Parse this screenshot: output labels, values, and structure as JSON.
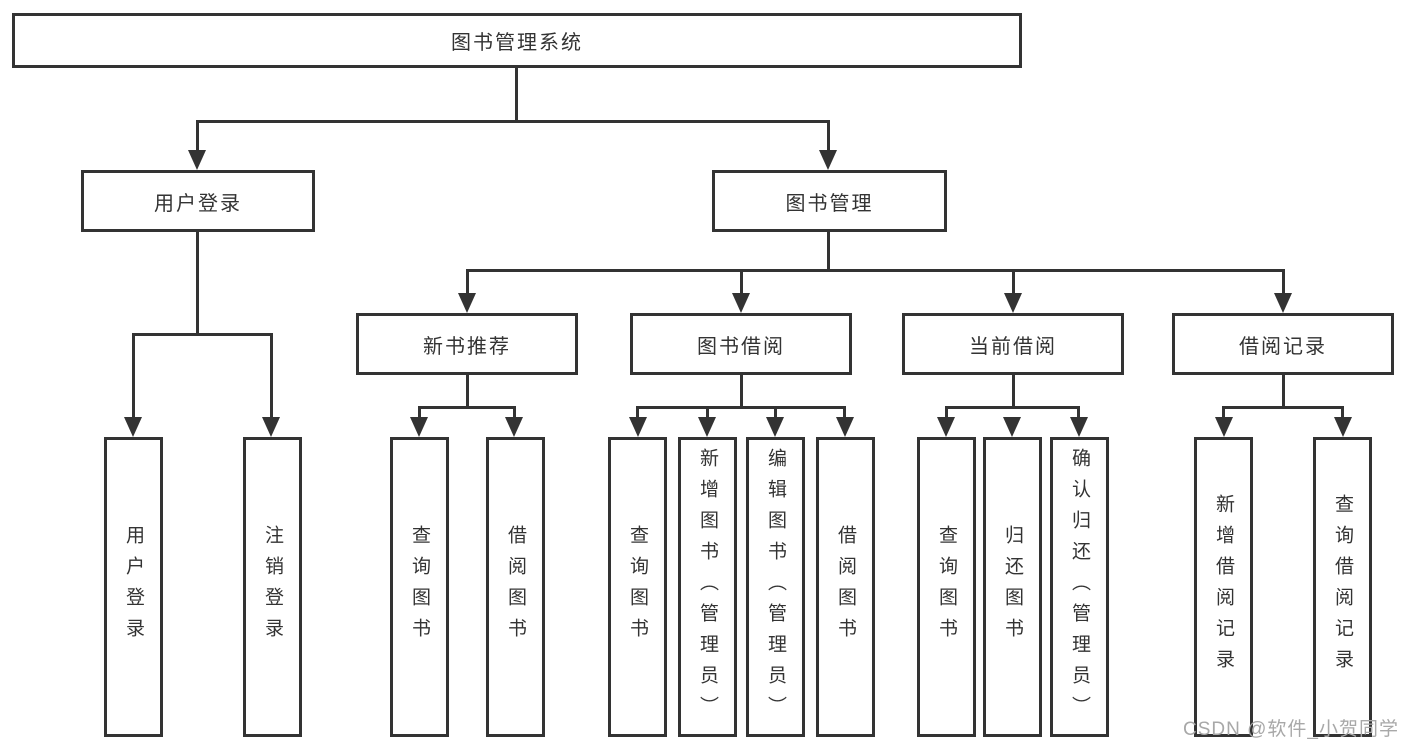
{
  "colors": {
    "line_color": "#333333",
    "text_color": "#333333",
    "background": "#ffffff",
    "watermark_color": "#a8a8a8"
  },
  "diagram": {
    "root": {
      "label": "图书管理系统"
    },
    "level2": [
      {
        "label": "用户登录"
      },
      {
        "label": "图书管理"
      }
    ],
    "level3": [
      {
        "label": "新书推荐"
      },
      {
        "label": "图书借阅"
      },
      {
        "label": "当前借阅"
      },
      {
        "label": "借阅记录"
      }
    ],
    "level4": {
      "user_login": [
        {
          "label": "用户登录"
        },
        {
          "label": "注销登录"
        }
      ],
      "new_book_recommend": [
        {
          "label": "查询图书"
        },
        {
          "label": "借阅图书"
        }
      ],
      "book_borrow": [
        {
          "label": "查询图书"
        },
        {
          "label": "新增图书（管理员）"
        },
        {
          "label": "编辑图书（管理员）"
        },
        {
          "label": "借阅图书"
        }
      ],
      "current_borrow": [
        {
          "label": "查询图书"
        },
        {
          "label": "归还图书"
        },
        {
          "label": "确认归还（管理员）"
        }
      ],
      "borrow_records": [
        {
          "label": "新增借阅记录"
        },
        {
          "label": "查询借阅记录"
        }
      ]
    }
  },
  "watermark": {
    "text": "CSDN @软件_小贺同学"
  }
}
